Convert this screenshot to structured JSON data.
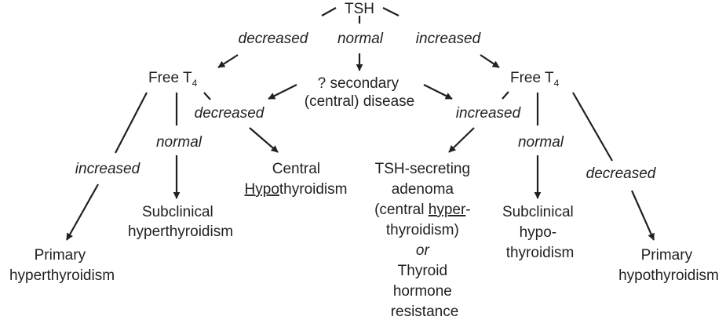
{
  "nodes": {
    "root": "TSH",
    "free_t4_left": {
      "base": "Free T",
      "sub": "4"
    },
    "secondary": [
      "? secondary",
      "(central) disease"
    ],
    "free_t4_right": {
      "base": "Free T",
      "sub": "4"
    },
    "central_hypo": {
      "line1": "Central",
      "line2_underlined": "Hypo",
      "line2_rest": "thyroidism"
    },
    "subclinical_hyper": [
      "Subclinical",
      "hyperthyroidism"
    ],
    "primary_hyper": [
      "Primary",
      "hyperthyroidism"
    ],
    "tsh_adenoma": {
      "line1": "TSH-secreting",
      "line2": "adenoma",
      "line3_pre": "(central ",
      "line3_underlined": "hyper",
      "line3_post": "-",
      "line4": "thyroidism)",
      "or": "or",
      "line6": "Thyroid",
      "line7": "hormone",
      "line8": "resistance"
    },
    "subclinical_hypo": [
      "Subclinical",
      "hypo-",
      "thyroidism"
    ],
    "primary_hypo": [
      "Primary",
      "hypothyroidism"
    ]
  },
  "edge_labels": {
    "tsh_decreased": "decreased",
    "tsh_normal": "normal",
    "tsh_increased": "increased",
    "left_increased": "increased",
    "left_normal": "normal",
    "left_decreased": "decreased",
    "right_increased": "increased",
    "right_normal": "normal",
    "right_decreased": "decreased"
  }
}
